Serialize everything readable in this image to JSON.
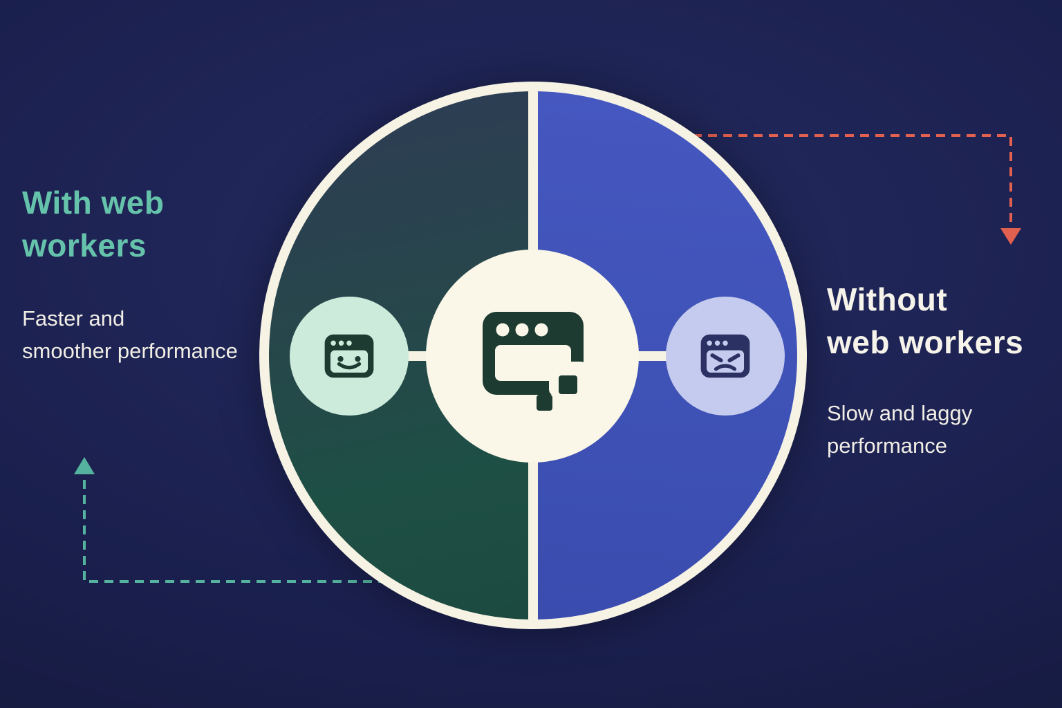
{
  "diagram": {
    "left": {
      "heading_line1": "With web",
      "heading_line2": "workers",
      "desc_line1": "Faster and",
      "desc_line2": "smoother performance"
    },
    "right": {
      "heading_line1": "Without",
      "heading_line2": "web workers",
      "desc_line1": "Slow and laggy",
      "desc_line2": "performance"
    },
    "colors": {
      "background": "#1a1f4d",
      "left_half_top": "#2e3c55",
      "left_half_bottom": "#1c4a40",
      "right_half": "#4053b8",
      "ring_cream": "#f7f3e4",
      "heading_green": "#66c3ab",
      "text_white": "#f6f3ea",
      "arrow_red": "#e2604f",
      "arrow_teal": "#54b29e",
      "mint_circle": "#cdebdb",
      "lavender_circle": "#c5cbee",
      "icon_green": "#1d3b31",
      "icon_navy": "#2b3263"
    },
    "icons": {
      "center": "browser-window-icon",
      "left": "happy-browser-icon",
      "right": "angry-browser-icon"
    }
  }
}
